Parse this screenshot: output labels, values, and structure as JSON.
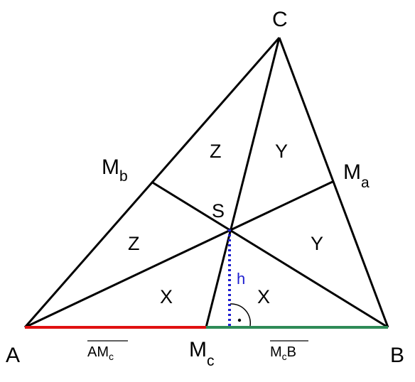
{
  "diagram": {
    "vertices": {
      "A": "A",
      "B": "B",
      "C": "C"
    },
    "midpoints": {
      "Mb": {
        "main": "M",
        "sub": "b"
      },
      "Ma": {
        "main": "M",
        "sub": "a"
      },
      "Mc": {
        "main": "M",
        "sub": "c"
      }
    },
    "centroid": "S",
    "height": "h",
    "regions": {
      "z_top": "Z",
      "y_top": "Y",
      "z_left": "Z",
      "y_right": "Y",
      "x_left": "X",
      "x_right": "X"
    },
    "segments": {
      "AMc": {
        "a": "AM",
        "sub": "c"
      },
      "McB": {
        "a": "M",
        "sub": "c",
        "b": "B"
      }
    },
    "colors": {
      "stroke": "#000000",
      "segment_AMc": "#e01010",
      "segment_McB": "#2e8b57",
      "height": "#1f1fd0"
    }
  }
}
